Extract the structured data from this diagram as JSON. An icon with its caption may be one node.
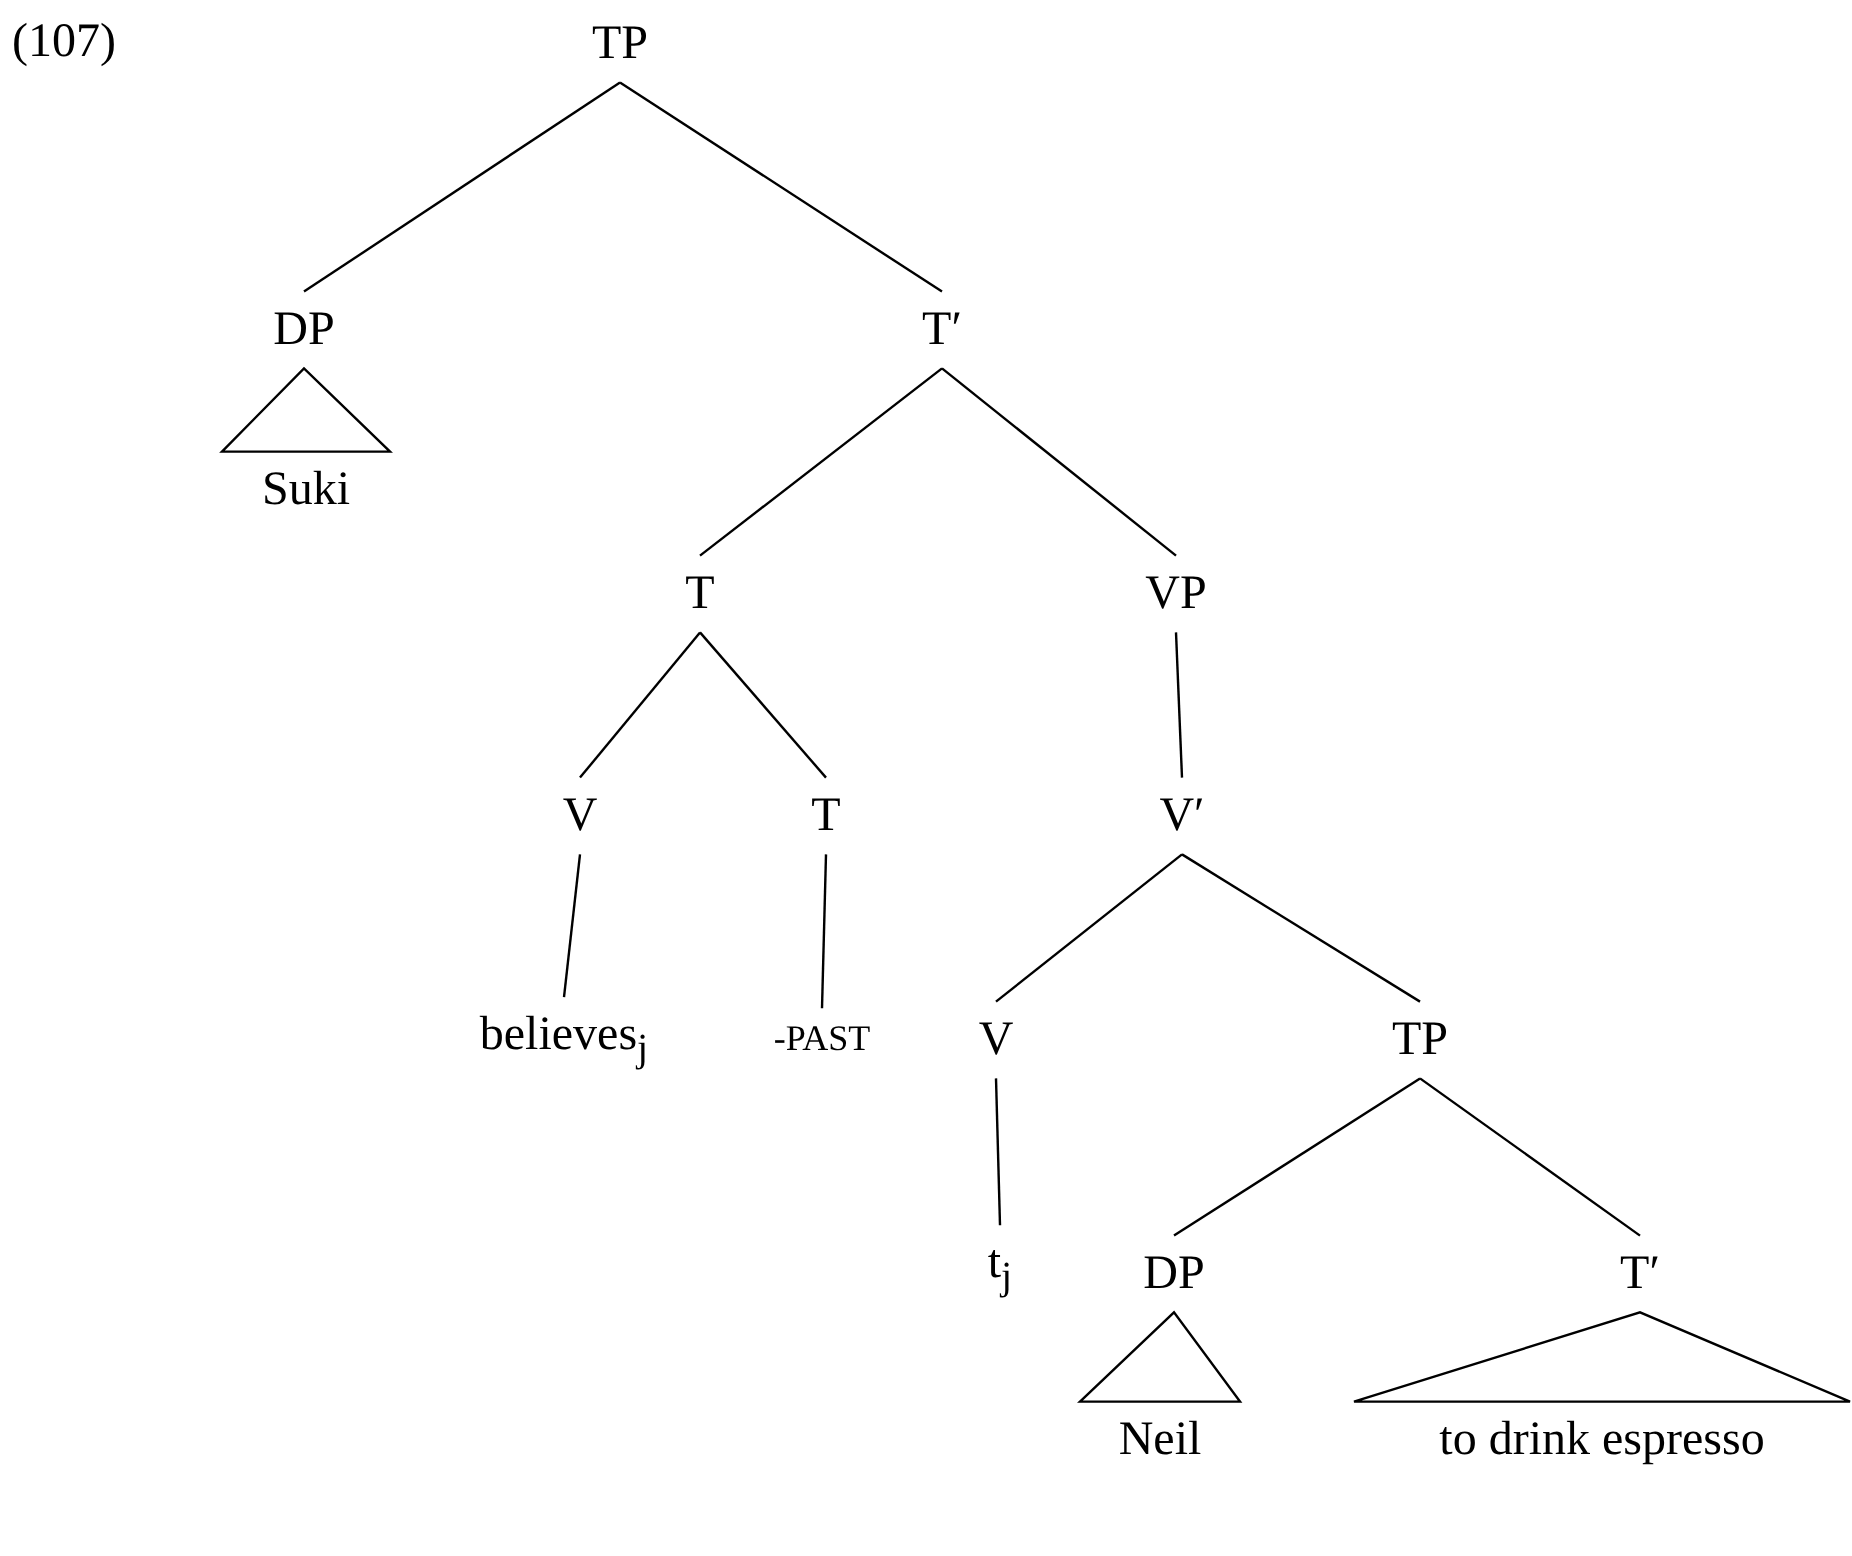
{
  "diagram": {
    "nodes": [
      {
        "text": [
          "TP"
        ]
      },
      {
        "text": [
          "DP"
        ]
      },
      {
        "text": [
          "T′"
        ]
      },
      {
        "text": [
          "Suki"
        ]
      },
      {
        "text": [
          "T"
        ]
      },
      {
        "text": [
          "VP"
        ]
      },
      {
        "text": [
          "V"
        ]
      },
      {
        "text": [
          "T"
        ]
      },
      {
        "text": [
          "V′"
        ]
      },
      {
        "text": [
          "believes$_{j}$"
        ]
      },
      {
        "text": [
          "-PAST"
        ]
      },
      {
        "text": [
          "V"
        ]
      },
      {
        "text": [
          "TP"
        ]
      },
      {
        "text": [
          "t$_{j}$"
        ]
      },
      {
        "text": [
          "DP"
        ]
      },
      {
        "text": [
          "T′"
        ]
      },
      {
        "text": [
          "Neil"
        ]
      },
      {
        "text": [
          "to drink espresso"
        ]
      }
    ],
    "edges": [
      {
        "from": 0,
        "to": 1,
        "arrow": "none"
      },
      {
        "from": 0,
        "to": 2,
        "arrow": "none"
      },
      {
        "from": 1,
        "to": 3,
        "arrow": "none"
      },
      {
        "from": 2,
        "to": 4,
        "arrow": "none"
      },
      {
        "from": 2,
        "to": 5,
        "arrow": "none"
      },
      {
        "from": 4,
        "to": 6,
        "arrow": "none"
      },
      {
        "from": 4,
        "to": 7,
        "arrow": "none"
      },
      {
        "from": 5,
        "to": 8,
        "arrow": "none"
      },
      {
        "from": 6,
        "to": 9,
        "arrow": "none"
      },
      {
        "from": 7,
        "to": 10,
        "arrow": "none"
      },
      {
        "from": 8,
        "to": 11,
        "arrow": "none"
      },
      {
        "from": 8,
        "to": 12,
        "arrow": "none"
      },
      {
        "from": 11,
        "to": 13,
        "arrow": "none"
      },
      {
        "from": 12,
        "to": 14,
        "arrow": "none"
      },
      {
        "from": 12,
        "to": 15,
        "arrow": "none"
      },
      {
        "from": 14,
        "to": 16,
        "arrow": "none"
      },
      {
        "from": 15,
        "to": 17,
        "arrow": "none"
      }
    ],
    "labels": [
      "(107)"
    ]
  }
}
